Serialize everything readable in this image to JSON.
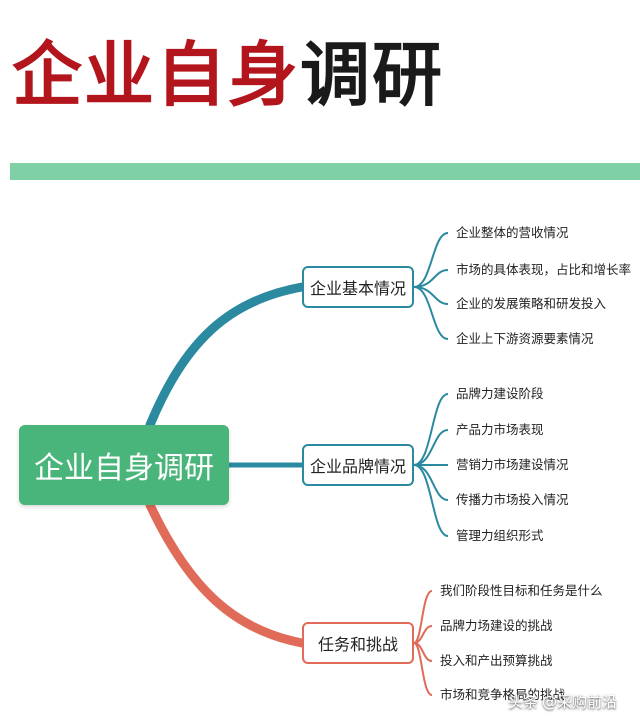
{
  "heading": {
    "red_part": "企业自身",
    "black_part": "调研"
  },
  "root": "企业自身调研",
  "branches": [
    {
      "label": "企业基本情况",
      "items": [
        "企业整体的营收情况",
        "市场的具体表现，占比和增长率",
        "企业的发展策略和研发投入",
        "企业上下游资源要素情况"
      ]
    },
    {
      "label": "企业品牌情况",
      "items": [
        "品牌力建设阶段",
        "产品力市场表现",
        "营销力市场建设情况",
        "传播力市场投入情况",
        "管理力组织形式"
      ]
    },
    {
      "label": "任务和挑战",
      "items": [
        "我们阶段性目标和任务是什么",
        "品牌力场建设的挑战",
        "投入和产出预算挑战",
        "市场和竞争格局的挑战"
      ]
    }
  ],
  "watermark": {
    "prefix": "头条",
    "handle": "@采购前沿"
  },
  "colors": {
    "heading_red": "#b3151c",
    "root_green": "#49b57a",
    "divider_green": "#7fd1a5",
    "branch_blue": "#2b8aa0",
    "branch_red": "#e06b58"
  }
}
